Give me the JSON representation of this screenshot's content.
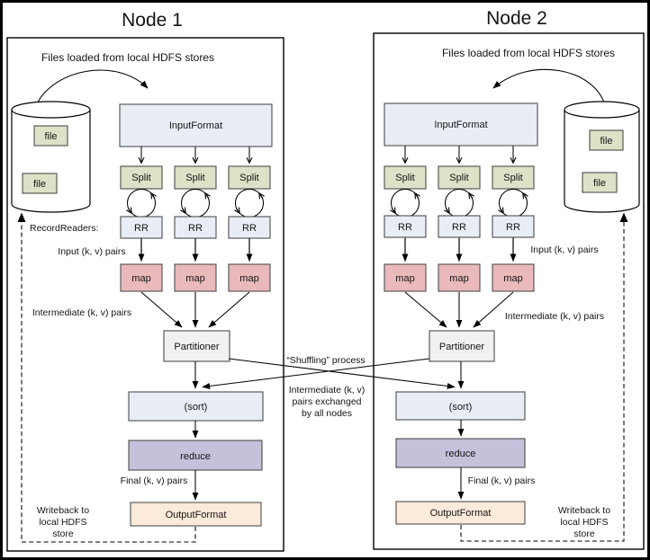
{
  "colors": {
    "box_blue": "#e9eef6",
    "box_green": "#dde1c6",
    "box_pink": "#eab9bb",
    "box_gray": "#f1f1f1",
    "box_purple": "#c6c0db",
    "box_peach": "#fceada",
    "outline": "#4d4d4d",
    "line": "#000000"
  },
  "node1": {
    "title": "Node 1",
    "files_loaded_label": "Files loaded from local HDFS stores",
    "file_labels": [
      "file",
      "file"
    ],
    "input_format_label": "InputFormat",
    "split_labels": [
      "Split",
      "Split",
      "Split"
    ],
    "record_readers_label": "RecordReaders:",
    "rr_labels": [
      "RR",
      "RR",
      "RR"
    ],
    "input_pairs_label": "Input (k, v) pairs",
    "map_labels": [
      "map",
      "map",
      "map"
    ],
    "intermediate_pairs_label": "Intermediate (k, v) pairs",
    "partitioner_label": "Partitioner",
    "sort_label": "(sort)",
    "reduce_label": "reduce",
    "final_pairs_label": "Final (k, v) pairs",
    "output_format_label": "OutputFormat",
    "writeback_lines": [
      "Writeback to",
      "local HDFS",
      "store"
    ]
  },
  "node2": {
    "title": "Node 2",
    "files_loaded_label": "Files loaded from local HDFS stores",
    "file_labels": [
      "file",
      "file"
    ],
    "input_format_label": "InputFormat",
    "split_labels": [
      "Split",
      "Split",
      "Split"
    ],
    "rr_labels": [
      "RR",
      "RR",
      "RR"
    ],
    "input_pairs_label": "Input (k, v) pairs",
    "map_labels": [
      "map",
      "map",
      "map"
    ],
    "intermediate_pairs_label": "Intermediate (k, v) pairs",
    "partitioner_label": "Partitioner",
    "sort_label": "(sort)",
    "reduce_label": "reduce",
    "final_pairs_label": "Final (k, v) pairs",
    "output_format_label": "OutputFormat",
    "writeback_lines": [
      "Writeback to",
      "local HDFS",
      "store"
    ]
  },
  "center": {
    "shuffling_label": "“Shuffling” process",
    "exchange_lines": [
      "Intermediate (k, v)",
      "pairs exchanged",
      "by all nodes"
    ]
  }
}
